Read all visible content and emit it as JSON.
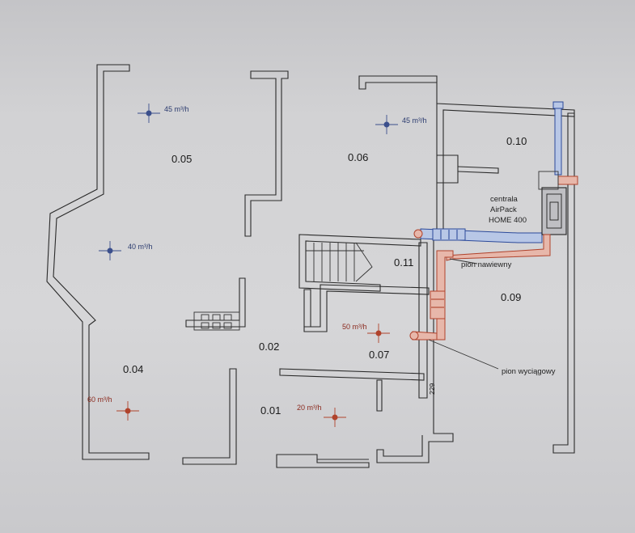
{
  "rooms": {
    "r005": "0.05",
    "r006": "0.06",
    "r010": "0.10",
    "r011": "0.11",
    "r009": "0.09",
    "r004": "0.04",
    "r002": "0.02",
    "r007": "0.07",
    "r001": "0.01"
  },
  "flows": {
    "f45a": "45 m³/h",
    "f45b": "45 m³/h",
    "f40": "40 m³/h",
    "f50": "50 m³/h",
    "f60": "60 m³/h",
    "f20": "20 m³/h"
  },
  "unit": {
    "line1": "centrala",
    "line2": "AirPack",
    "line3": "HOME 400"
  },
  "notes": {
    "supply_riser": "pion nawiewny",
    "extract_riser": "pion wyciągowy",
    "dimension": "229"
  },
  "colors": {
    "supply": "#2c4a9a",
    "extract": "#b0432c",
    "wall": "#2a2a2a",
    "paper": "#d6d6d8"
  }
}
